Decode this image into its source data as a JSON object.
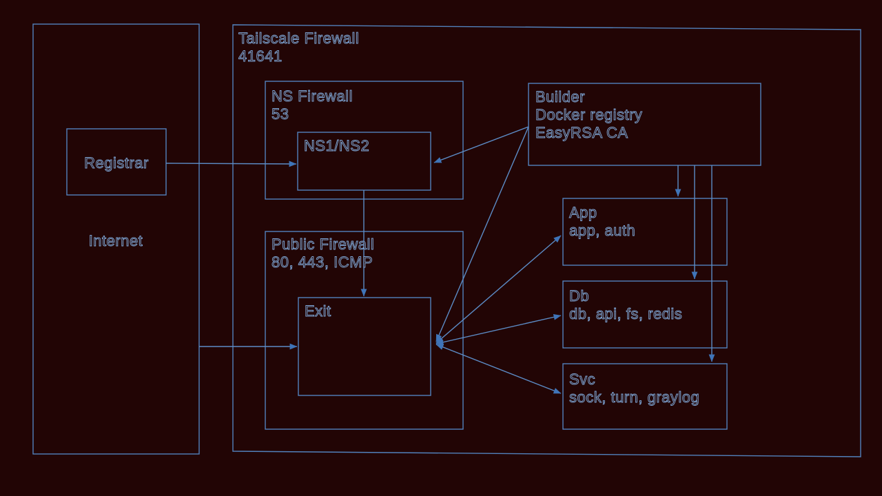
{
  "diagram": {
    "colors": {
      "background": "#220505",
      "box_border": "#5282bd",
      "connector_line": "#5c8cc6",
      "arrowhead": "#3f74b8",
      "text_outline": "#7ea8da"
    },
    "nodes": {
      "internet": {
        "label": "Internet"
      },
      "registrar": {
        "label": "Registrar"
      },
      "tailscale_firewall": {
        "title": "Tailscale Firewall",
        "ports": "41641"
      },
      "ns_firewall": {
        "title": "NS Firewall",
        "ports": "53"
      },
      "ns1ns2": {
        "label": "NS1/NS2"
      },
      "builder": {
        "title": "Builder",
        "line2": "Docker registry",
        "line3": "EasyRSA CA"
      },
      "public_firewall": {
        "title": "Public Firewall",
        "ports": "80, 443, ICMP"
      },
      "exit": {
        "label": "Exit"
      },
      "app": {
        "title": "App",
        "services": "app, auth"
      },
      "db": {
        "title": "Db",
        "services": "db, api, fs, redis"
      },
      "svc": {
        "title": "Svc",
        "services": "sock, turn, graylog"
      }
    },
    "edges": [
      "registrar -> ns1ns2",
      "internet -> exit",
      "ns1ns2 -> exit",
      "builder -> ns1ns2",
      "builder -> exit",
      "exit <-> app",
      "exit <-> db",
      "exit <-> svc",
      "builder -> app",
      "builder -> db",
      "builder -> svc"
    ]
  }
}
